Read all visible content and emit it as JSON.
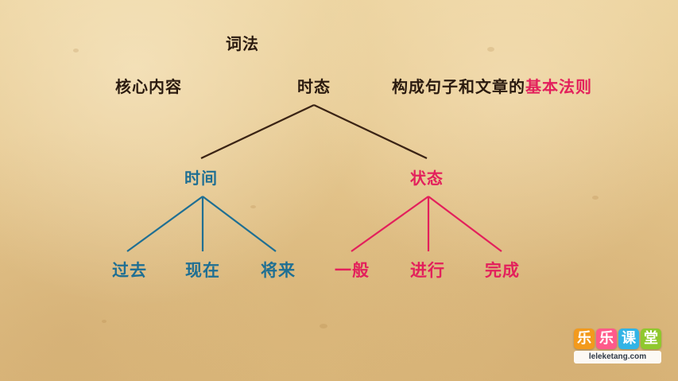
{
  "title": "词法",
  "top_row": {
    "core_label": "核心内容",
    "center_label": "时态",
    "desc_prefix": "构成句子和文章的",
    "desc_highlight": "基本法则"
  },
  "branches": {
    "time": {
      "label": "时间",
      "items": [
        "过去",
        "现在",
        "将来"
      ]
    },
    "state": {
      "label": "状态",
      "items": [
        "一般",
        "进行",
        "完成"
      ]
    }
  },
  "logo": {
    "chars": [
      "乐",
      "乐",
      "课",
      "堂"
    ],
    "url": "leleketang.com"
  },
  "colors": {
    "dark": "#2b1b10",
    "blue": "#1f6f93",
    "pink": "#e3205c",
    "logo_tiles": [
      "#f39a1c",
      "#ff5a8a",
      "#32b4e6",
      "#8fc82d"
    ]
  },
  "icons": {
    "logo_mark": "brand-logo"
  }
}
